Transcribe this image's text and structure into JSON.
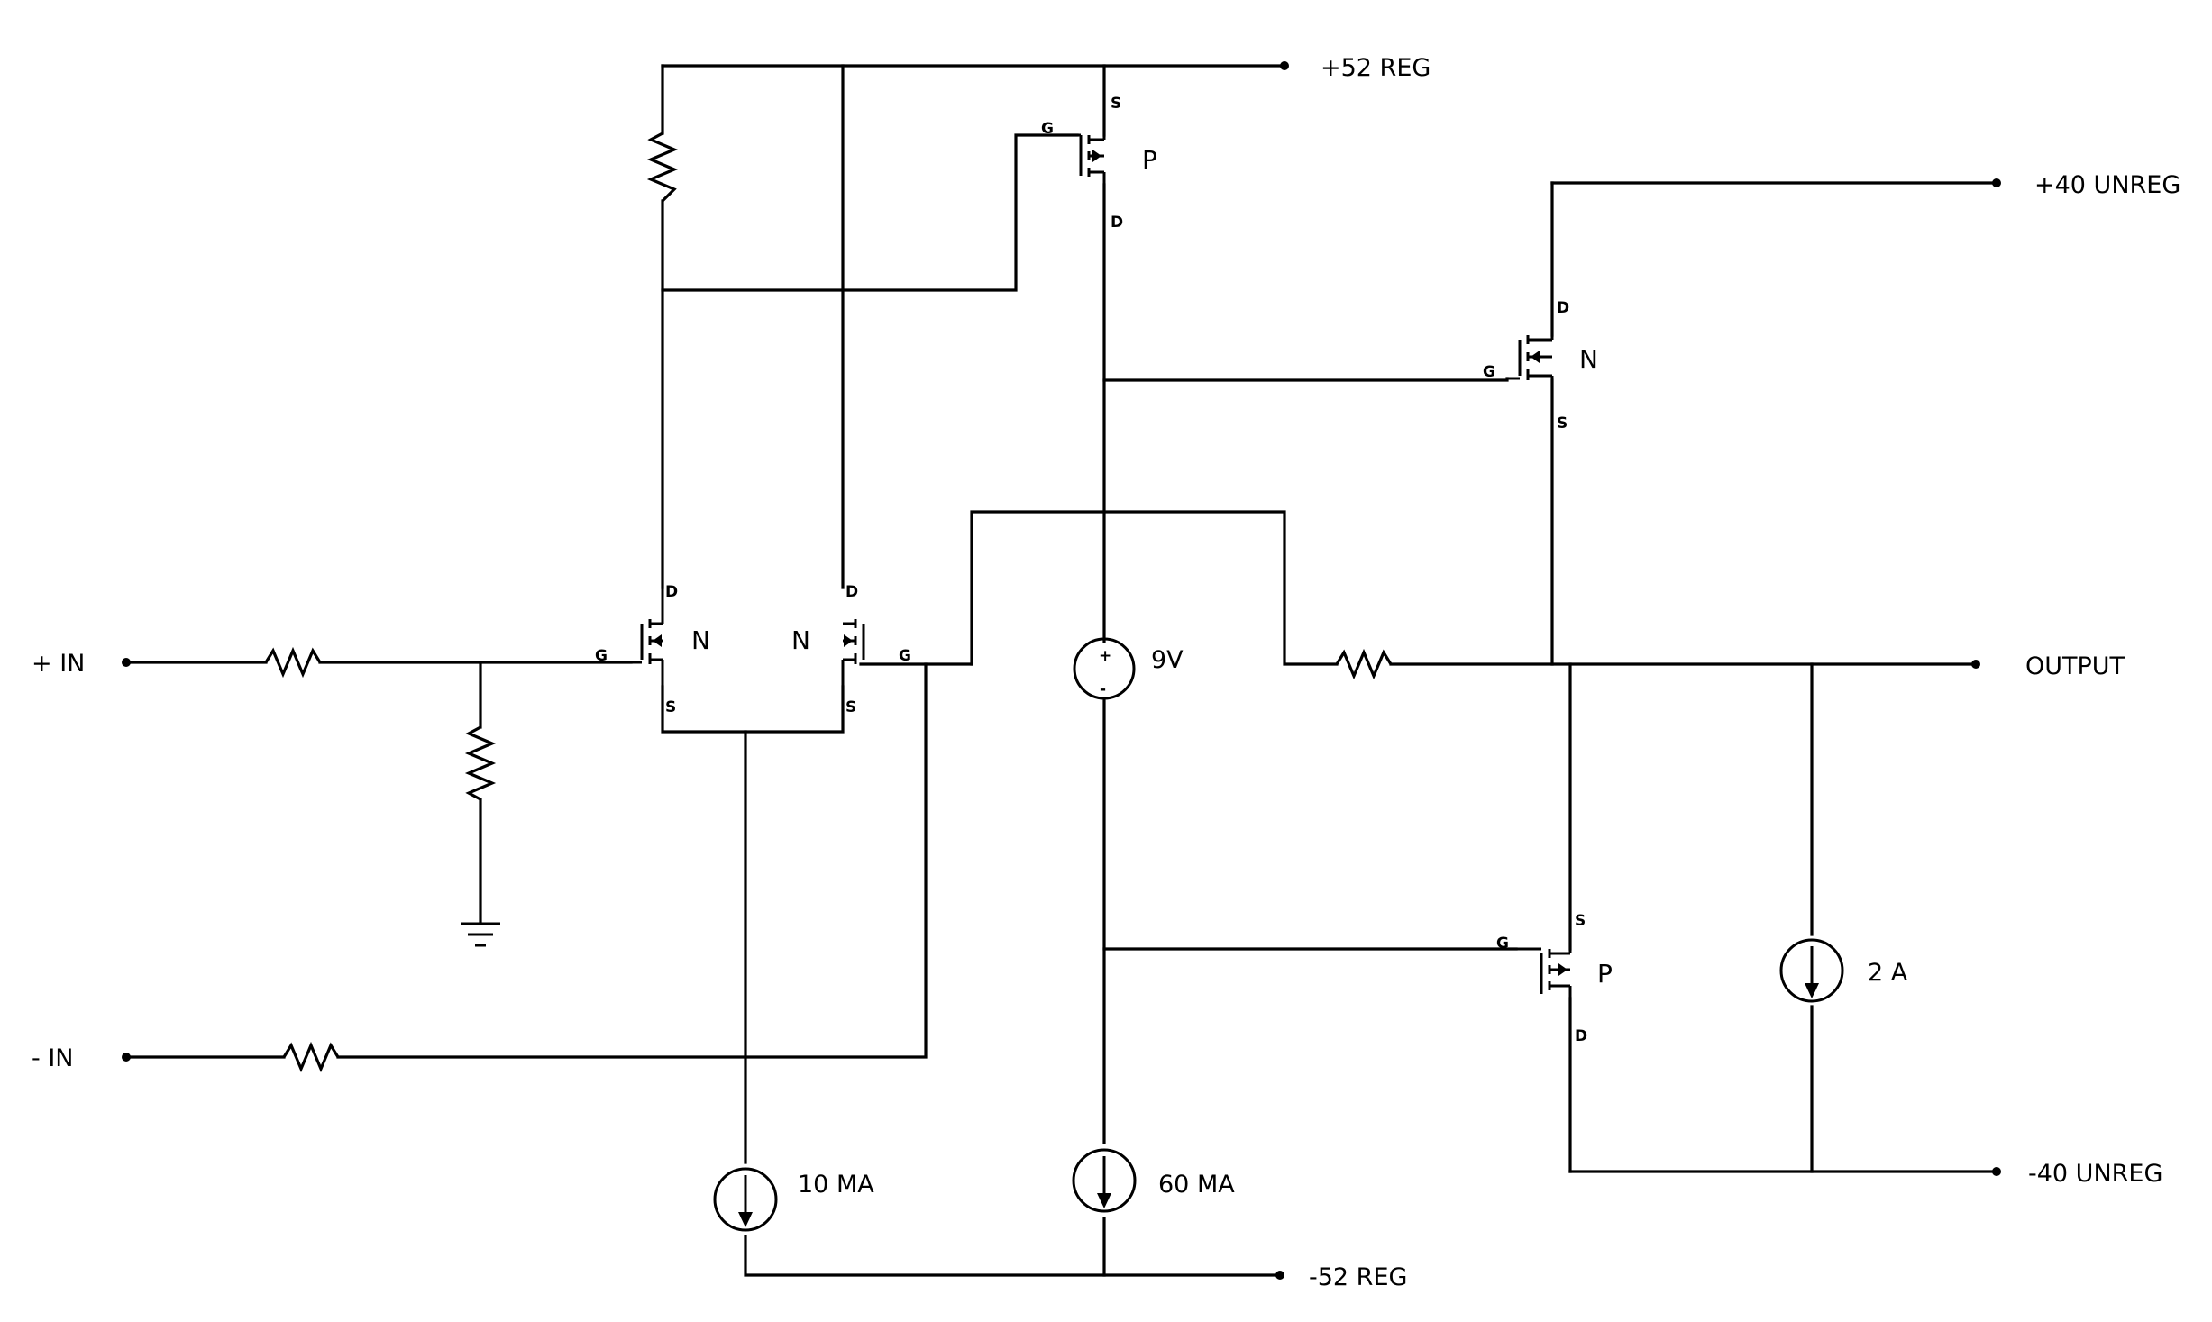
{
  "rails": {
    "pos52": "+52 REG",
    "neg52": "-52 REG",
    "pos40": "+40 UNREG",
    "neg40": "-40 UNREG"
  },
  "io": {
    "in_pos": "+ IN",
    "in_neg": "- IN",
    "output": "OUTPUT"
  },
  "sources": {
    "tail_current": "10 MA",
    "bias_current": "60 MA",
    "load_current": "2 A",
    "voltage": "9V",
    "plus": "+",
    "minus": "-"
  },
  "pins": {
    "g": "G",
    "d": "D",
    "s": "S"
  },
  "types": {
    "n": "N",
    "p": "P"
  }
}
